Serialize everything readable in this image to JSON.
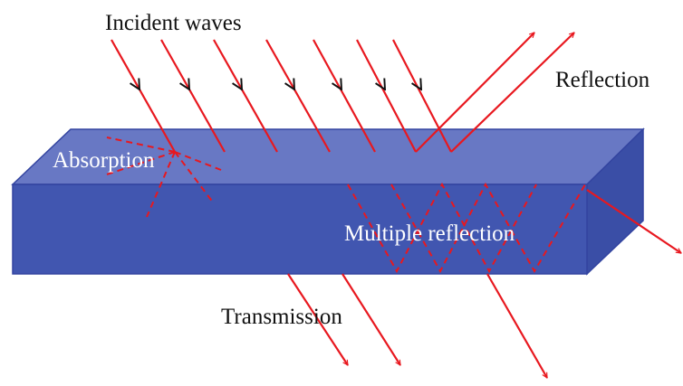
{
  "labels": {
    "incident": "Incident waves",
    "reflection": "Reflection",
    "absorption": "Absorption",
    "multiple": "Multiple reflection",
    "transmission": "Transmission"
  },
  "colors": {
    "ray": "#e8181f",
    "slab_top": "#6878c4",
    "slab_front": "#4156b0",
    "slab_side": "#3a4ea6",
    "slab_edge": "#3344a0",
    "text_dark": "#111111",
    "text_light": "#ffffff"
  }
}
